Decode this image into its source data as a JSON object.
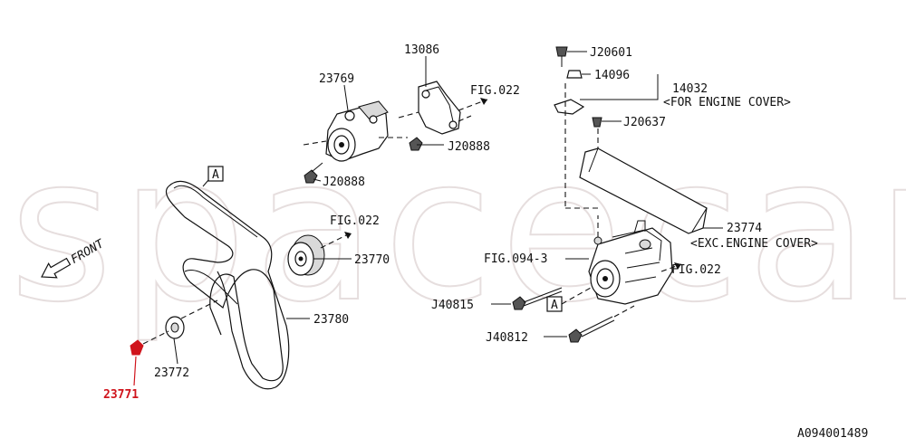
{
  "watermark": "spacecar",
  "front_label": "FRONT",
  "callouts": {
    "c13086": "13086",
    "c23769": "23769",
    "fig022_top": "FIG.022",
    "j20888_a": "J20888",
    "j20888_b": "J20888",
    "fig022_mid": "FIG.022",
    "c23770": "23770",
    "c23780": "23780",
    "c23772": "23772",
    "c23771": "23771",
    "j20601": "J20601",
    "c14096": "14096",
    "c14032": "14032",
    "c14032_note": "<FOR ENGINE COVER>",
    "j20637": "J20637",
    "c23774": "23774",
    "c23774_note": "<EXC.ENGINE COVER>",
    "fig094": "FIG.094-3",
    "fig022_right": "FIG.022",
    "j40815": "J40815",
    "j40812": "J40812"
  },
  "ref_markers": {
    "belt_marker": "A",
    "alt_marker": "A"
  },
  "diagram_id": "A094001489",
  "highlight_color": "#d0141c"
}
